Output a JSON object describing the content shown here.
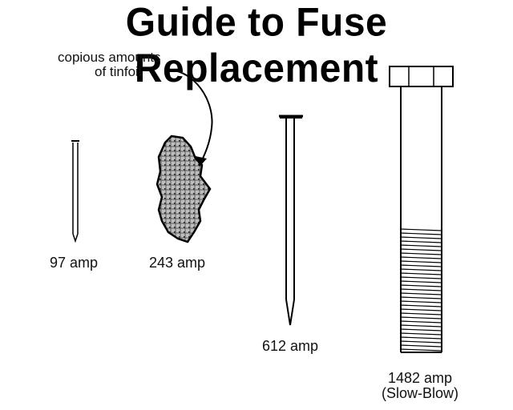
{
  "title": "Guide to Fuse Replacement",
  "annotation": {
    "line1": "copious amounts",
    "line2": "of tinfoil"
  },
  "items": [
    {
      "label": "97 amp",
      "object": "paperclip-wire-icon"
    },
    {
      "label": "243 amp",
      "object": "tinfoil-wad-icon"
    },
    {
      "label": "612 amp",
      "object": "nail-icon"
    },
    {
      "label": "1482 amp",
      "sublabel": "(Slow-Blow)",
      "object": "bolt-icon"
    }
  ],
  "colors": {
    "ink": "#000000",
    "background": "#ffffff",
    "foil_fill": "#9a9a9a"
  }
}
